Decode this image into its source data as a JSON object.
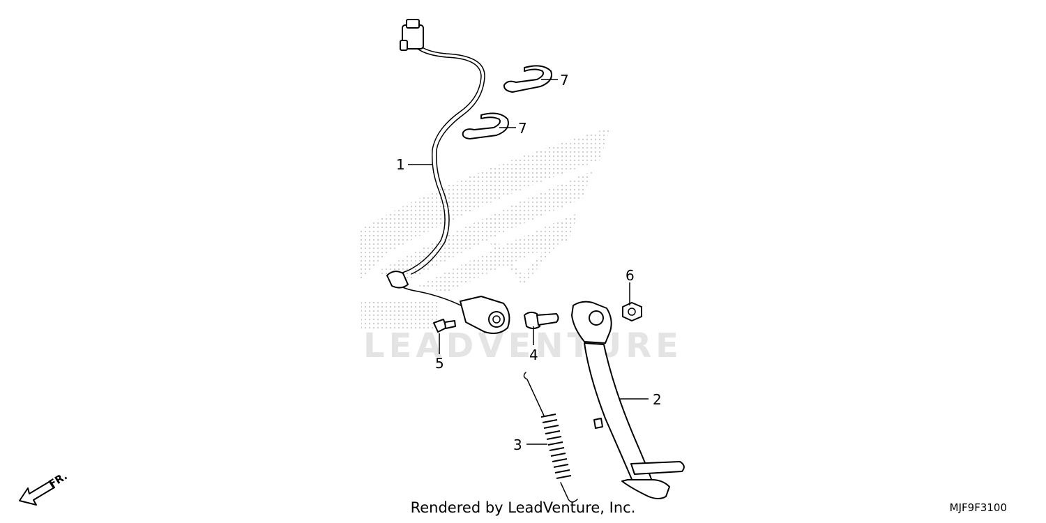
{
  "diagram": {
    "callouts": [
      {
        "id": "1",
        "label": "1"
      },
      {
        "id": "2",
        "label": "2"
      },
      {
        "id": "3",
        "label": "3"
      },
      {
        "id": "4",
        "label": "4"
      },
      {
        "id": "5",
        "label": "5"
      },
      {
        "id": "6",
        "label": "6"
      },
      {
        "id": "7a",
        "label": "7"
      },
      {
        "id": "7b",
        "label": "7"
      }
    ],
    "direction_label": "FR.",
    "watermark_text": "LEADVENTURE"
  },
  "footer": {
    "credit": "Rendered by LeadVenture, Inc.",
    "diagram_code": "MJF9F3100"
  }
}
